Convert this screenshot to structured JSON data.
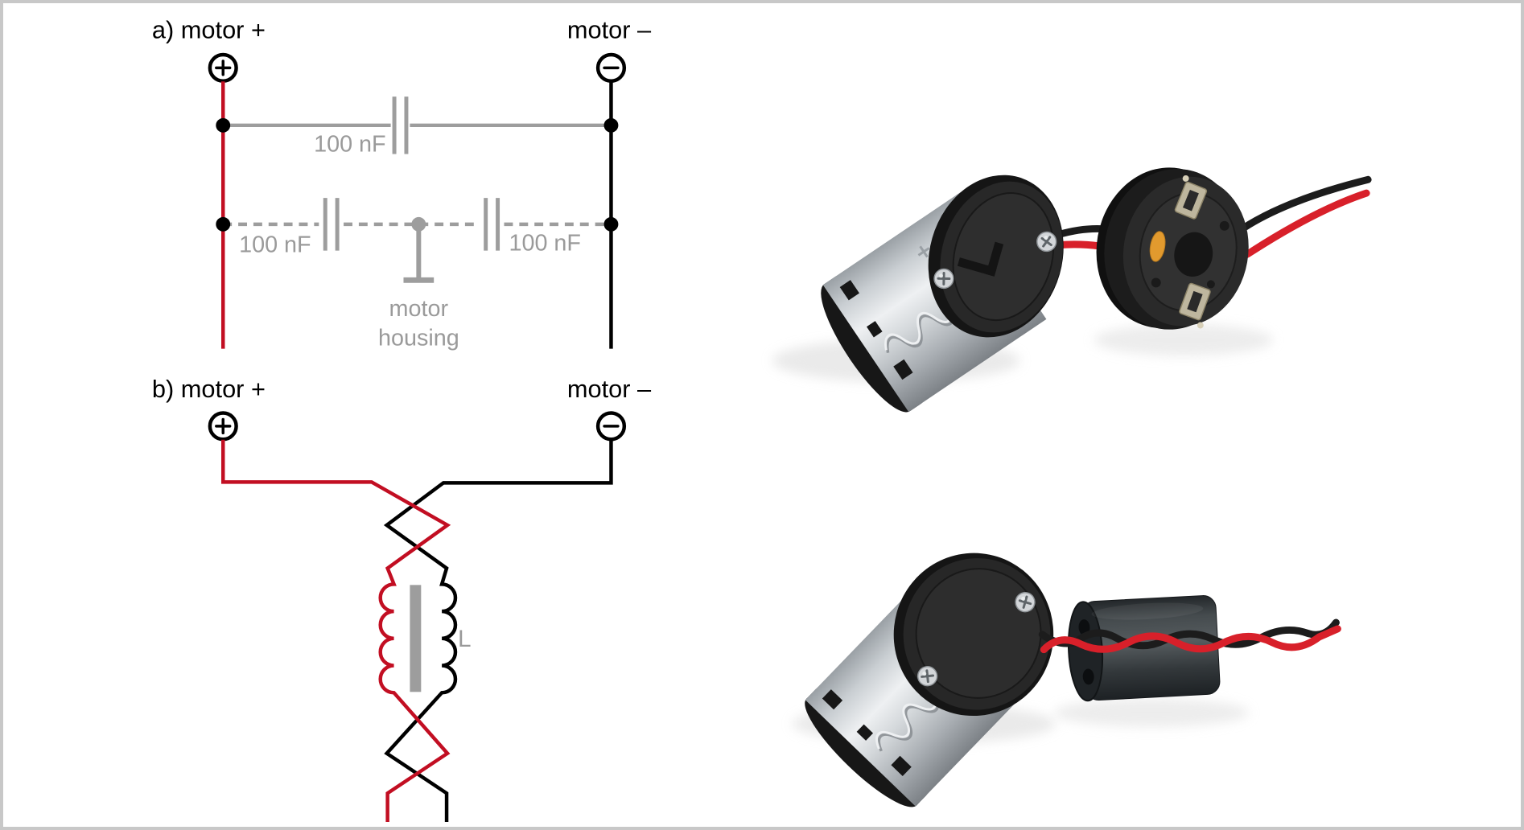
{
  "colors": {
    "frame_border": "#c8c8c8",
    "background": "#ffffff",
    "wire_red": "#c20e22",
    "wire_black": "#000000",
    "circuit_gray": "#9d9d9d",
    "label_black": "#000000",
    "label_gray": "#9a9a9a",
    "photo_red": "#d8202a",
    "photo_black": "#1c1c1c",
    "orange_capacitor": "#e29a2e"
  },
  "diagram_a": {
    "label_plus": "a) motor +",
    "label_minus": "motor –",
    "terminal_plus_symbol": "+",
    "terminal_minus_symbol": "–",
    "capacitor_top": "100 nF",
    "capacitor_left": "100 nF",
    "capacitor_right": "100 nF",
    "housing_line1": "motor",
    "housing_line2": "housing"
  },
  "diagram_b": {
    "label_plus": "b) motor +",
    "label_minus": "motor –",
    "terminal_plus_symbol": "+",
    "terminal_minus_symbol": "–",
    "inductor_label": "L"
  }
}
